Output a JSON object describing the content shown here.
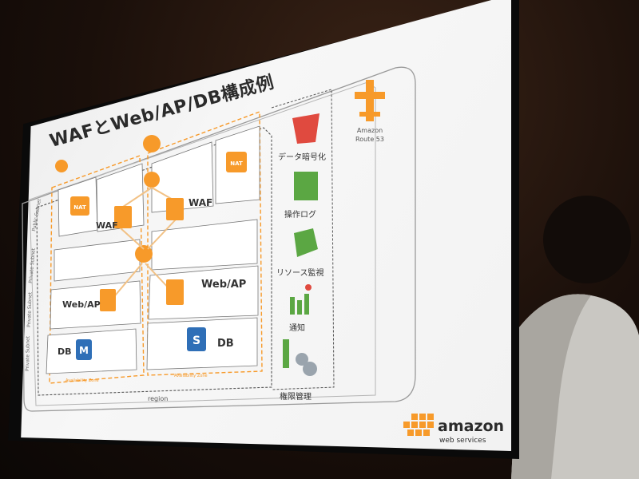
{
  "slide": {
    "title": "WAFとWeb/AP/DB構成例",
    "region_label": "region",
    "az_label_left": "Availability Zone",
    "az_label_right": "Availability Zone",
    "nat_label": "NAT",
    "waf_label": "WAF",
    "webap_label": "Web/AP",
    "db_label": "DB",
    "subnet_labels": [
      "Public Subnet",
      "Private Subnet",
      "Private Subnet",
      "Private Subnet"
    ],
    "route53_label_line1": "Amazon",
    "route53_label_line2": "Route 53",
    "services": [
      {
        "label": "データ暗号化",
        "icon": "s3-bucket-icon",
        "color": "#e04a3f"
      },
      {
        "label": "操作ログ",
        "icon": "cloudtrail-icon",
        "color": "#5ba743"
      },
      {
        "label": "リソース監視",
        "icon": "cloudwatch-icon",
        "color": "#5ba743"
      },
      {
        "label": "通知",
        "icon": "sns-icon",
        "color": "#5ba743"
      },
      {
        "label": "権限管理",
        "icon": "iam-icon",
        "color": "#5ba743"
      }
    ],
    "brand_line1": "amazon",
    "brand_line2": "web services",
    "colors": {
      "accent": "#f79a2a",
      "green": "#5ba743",
      "red": "#e04a3f",
      "db_blue": "#2f6fb7"
    }
  }
}
